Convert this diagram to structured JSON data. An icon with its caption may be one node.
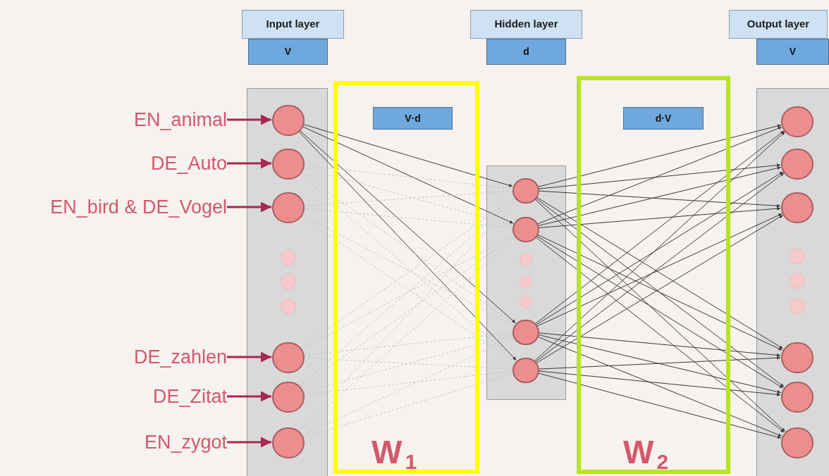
{
  "diagram": {
    "nodes": [
      {
        "text": [
          "Input layer"
        ]
      },
      {
        "text": [
          "V"
        ]
      },
      {
        "text": [
          "Hidden layer"
        ]
      },
      {
        "text": [
          "d"
        ]
      },
      {
        "text": [
          "Output layer"
        ]
      },
      {
        "text": [
          "V"
        ]
      },
      {
        "text": [
          "EN_animal"
        ]
      },
      {
        "text": [
          "DE_Auto"
        ]
      },
      {
        "text": [
          "EN_bird & DE_Vogel"
        ]
      },
      {
        "text": [
          "DE_zahlen"
        ]
      },
      {
        "text": [
          "DE_Zitat"
        ]
      },
      {
        "text": [
          "EN_zygot"
        ]
      },
      {
        "text": [],
        "shape": "box"
      },
      {
        "text": [],
        "shape": "circle",
        "in": 12
      },
      {
        "text": [],
        "shape": "circle",
        "in": 12
      },
      {
        "text": [],
        "shape": "circle",
        "in": 12
      },
      {
        "text": [],
        "shape": "circle",
        "in": 12
      },
      {
        "text": [],
        "shape": "circle",
        "in": 12
      },
      {
        "text": [],
        "shape": "circle",
        "in": 12
      },
      {
        "text": [],
        "shape": "circle",
        "in": 12
      },
      {
        "text": [],
        "shape": "circle",
        "in": 12
      },
      {
        "text": [],
        "shape": "circle",
        "in": 12
      },
      {
        "text": [
          "W$_{1}$"
        ]
      },
      {
        "text": [
          "V·d"
        ],
        "in": 22
      },
      {
        "text": [],
        "shape": "box"
      },
      {
        "text": [],
        "shape": "circle",
        "in": 24
      },
      {
        "text": [],
        "shape": "circle",
        "in": 24
      },
      {
        "text": [],
        "shape": "circle",
        "in": 24
      },
      {
        "text": [],
        "shape": "circle",
        "in": 24
      },
      {
        "text": [],
        "shape": "circle",
        "in": 24
      },
      {
        "text": [],
        "shape": "circle",
        "in": 24
      },
      {
        "text": [],
        "shape": "circle",
        "in": 24
      },
      {
        "text": [
          "W$_{2}$"
        ]
      },
      {
        "text": [
          "d·V"
        ],
        "in": 32
      },
      {
        "text": [],
        "shape": "box"
      },
      {
        "text": [],
        "shape": "circle",
        "in": 34
      },
      {
        "text": [],
        "shape": "circle",
        "in": 34
      },
      {
        "text": [],
        "shape": "circle",
        "in": 34
      },
      {
        "text": [],
        "shape": "circle",
        "in": 34
      },
      {
        "text": [],
        "shape": "circle",
        "in": 34
      },
      {
        "text": [],
        "shape": "circle",
        "in": 34
      },
      {
        "text": [],
        "shape": "circle",
        "in": 34
      },
      {
        "text": [],
        "shape": "circle",
        "in": 34
      },
      {
        "text": [],
        "shape": "circle",
        "in": 34
      }
    ],
    "edges": [
      {
        "from": 6,
        "to": 13,
        "arrow": "to",
        "style": "thick",
        "color": "#a8284f"
      },
      {
        "from": 7,
        "to": 14,
        "arrow": "to",
        "style": "thick",
        "color": "#a8284f"
      },
      {
        "from": 8,
        "to": 15,
        "arrow": "to",
        "style": "thick",
        "color": "#a8284f"
      },
      {
        "from": 9,
        "to": 19,
        "arrow": "to",
        "style": "thick",
        "color": "#a8284f"
      },
      {
        "from": 10,
        "to": 20,
        "arrow": "to",
        "style": "thick",
        "color": "#a8284f"
      },
      {
        "from": 11,
        "to": 21,
        "arrow": "to",
        "style": "thick",
        "color": "#a8284f"
      },
      {
        "from": 13,
        "to": 25,
        "arrow": "to"
      },
      {
        "from": 13,
        "to": 26,
        "arrow": "to"
      },
      {
        "from": 13,
        "to": 30,
        "arrow": "to"
      },
      {
        "from": 13,
        "to": 31,
        "arrow": "to"
      },
      {
        "from": 14,
        "to": 25,
        "arrow": "none",
        "style": "dashed",
        "color": "#c4c4c4"
      },
      {
        "from": 14,
        "to": 26,
        "arrow": "none",
        "style": "dashed",
        "color": "#c4c4c4"
      },
      {
        "from": 14,
        "to": 30,
        "arrow": "none",
        "style": "dashed",
        "color": "#c4c4c4"
      },
      {
        "from": 14,
        "to": 31,
        "arrow": "none",
        "style": "dashed",
        "color": "#c4c4c4"
      },
      {
        "from": 15,
        "to": 25,
        "arrow": "none",
        "style": "dashed",
        "color": "#c4c4c4"
      },
      {
        "from": 15,
        "to": 26,
        "arrow": "none",
        "style": "dashed",
        "color": "#c4c4c4"
      },
      {
        "from": 15,
        "to": 30,
        "arrow": "none",
        "style": "dashed",
        "color": "#c4c4c4"
      },
      {
        "from": 15,
        "to": 31,
        "arrow": "none",
        "style": "dashed",
        "color": "#c4c4c4"
      },
      {
        "from": 19,
        "to": 25,
        "arrow": "none",
        "style": "dashed",
        "color": "#c4c4c4"
      },
      {
        "from": 19,
        "to": 26,
        "arrow": "none",
        "style": "dashed",
        "color": "#c4c4c4"
      },
      {
        "from": 19,
        "to": 30,
        "arrow": "none",
        "style": "dashed",
        "color": "#c4c4c4"
      },
      {
        "from": 19,
        "to": 31,
        "arrow": "none",
        "style": "dashed",
        "color": "#c4c4c4"
      },
      {
        "from": 20,
        "to": 25,
        "arrow": "none",
        "style": "dashed",
        "color": "#c4c4c4"
      },
      {
        "from": 20,
        "to": 26,
        "arrow": "none",
        "style": "dashed",
        "color": "#c4c4c4"
      },
      {
        "from": 20,
        "to": 30,
        "arrow": "none",
        "style": "dashed",
        "color": "#c4c4c4"
      },
      {
        "from": 20,
        "to": 31,
        "arrow": "none",
        "style": "dashed",
        "color": "#c4c4c4"
      },
      {
        "from": 21,
        "to": 25,
        "arrow": "none",
        "style": "dashed",
        "color": "#c4c4c4"
      },
      {
        "from": 21,
        "to": 26,
        "arrow": "none",
        "style": "dashed",
        "color": "#c4c4c4"
      },
      {
        "from": 21,
        "to": 30,
        "arrow": "none",
        "style": "dashed",
        "color": "#c4c4c4"
      },
      {
        "from": 21,
        "to": 31,
        "arrow": "none",
        "style": "dashed",
        "color": "#c4c4c4"
      },
      {
        "from": 25,
        "to": 35,
        "arrow": "to"
      },
      {
        "from": 25,
        "to": 36,
        "arrow": "to"
      },
      {
        "from": 25,
        "to": 37,
        "arrow": "to"
      },
      {
        "from": 25,
        "to": 41,
        "arrow": "to"
      },
      {
        "from": 25,
        "to": 42,
        "arrow": "to"
      },
      {
        "from": 25,
        "to": 43,
        "arrow": "to"
      },
      {
        "from": 26,
        "to": 35,
        "arrow": "to"
      },
      {
        "from": 26,
        "to": 36,
        "arrow": "to"
      },
      {
        "from": 26,
        "to": 37,
        "arrow": "to"
      },
      {
        "from": 26,
        "to": 41,
        "arrow": "to"
      },
      {
        "from": 26,
        "to": 42,
        "arrow": "to"
      },
      {
        "from": 26,
        "to": 43,
        "arrow": "to"
      },
      {
        "from": 30,
        "to": 35,
        "arrow": "to"
      },
      {
        "from": 30,
        "to": 36,
        "arrow": "to"
      },
      {
        "from": 30,
        "to": 37,
        "arrow": "to"
      },
      {
        "from": 30,
        "to": 41,
        "arrow": "to"
      },
      {
        "from": 30,
        "to": 42,
        "arrow": "to"
      },
      {
        "from": 30,
        "to": 43,
        "arrow": "to"
      },
      {
        "from": 31,
        "to": 35,
        "arrow": "to"
      },
      {
        "from": 31,
        "to": 36,
        "arrow": "to"
      },
      {
        "from": 31,
        "to": 37,
        "arrow": "to"
      },
      {
        "from": 31,
        "to": 41,
        "arrow": "to"
      },
      {
        "from": 31,
        "to": 42,
        "arrow": "to"
      },
      {
        "from": 31,
        "to": 43,
        "arrow": "to"
      }
    ]
  }
}
